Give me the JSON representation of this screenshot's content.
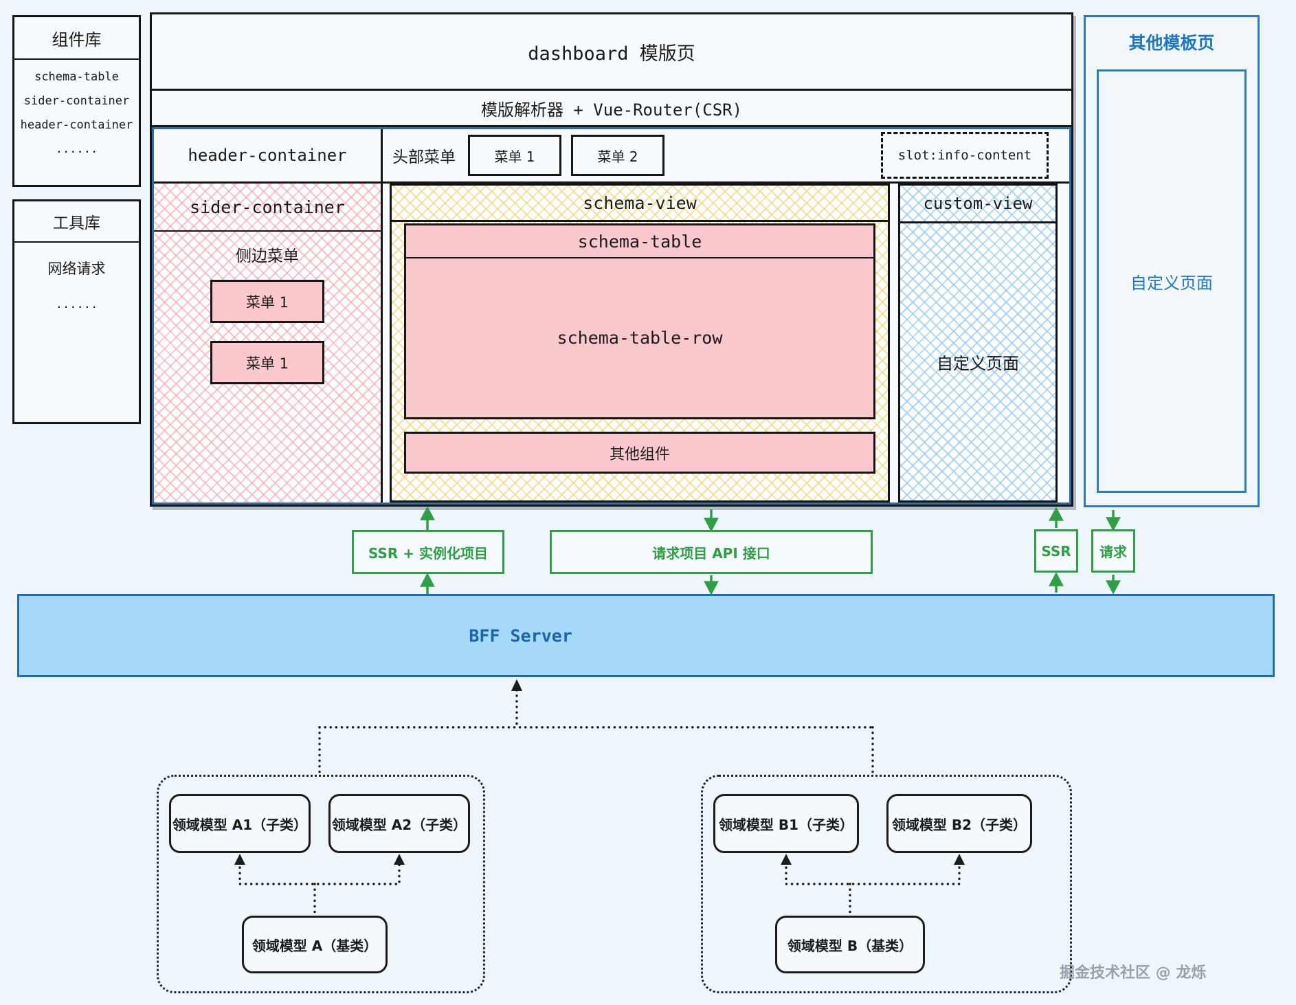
{
  "colors": {
    "accent_blue": "#2176c1",
    "section_border_blue": "#2e6da4",
    "green": "#2f9e44",
    "pink_fill": "#f9c8cc",
    "bff_fill": "#a6d9f8",
    "bff_border": "#1f6cb2",
    "connector_black": "#1c1c1c"
  },
  "component_library": {
    "title": "组件库",
    "items": [
      "schema-table",
      "sider-container",
      "header-container",
      "......"
    ]
  },
  "tool_library": {
    "title": "工具库",
    "items": [
      "网络请求",
      "......"
    ]
  },
  "dashboard": {
    "title": "dashboard 模版页",
    "parser": "模版解析器 + Vue-Router(CSR)",
    "header": {
      "container_label": "header-container",
      "menu_label": "头部菜单",
      "menu1": "菜单 1",
      "menu2": "菜单 2",
      "slot": "slot:info-content"
    },
    "sider": {
      "label": "sider-container",
      "menu_title": "侧边菜单",
      "items": [
        "菜单 1",
        "菜单 1"
      ]
    },
    "schema_view": {
      "label": "schema-view",
      "table_label": "schema-table",
      "row_label": "schema-table-row",
      "other": "其他组件"
    },
    "custom_view": {
      "label": "custom-view",
      "body": "自定义页面"
    }
  },
  "other_template": {
    "title": "其他模板页",
    "body": "自定义页面"
  },
  "flow": {
    "ssr_instantiate": "SSR + 实例化项目",
    "request_api": "请求项目 API 接口",
    "ssr": "SSR",
    "request": "请求"
  },
  "bff": {
    "label": "BFF Server"
  },
  "domain_models": {
    "group_a": {
      "children": [
        "领域模型 A1（子类）",
        "领域模型 A2（子类）"
      ],
      "base": "领域模型 A（基类）"
    },
    "group_b": {
      "children": [
        "领域模型 B1（子类）",
        "领域模型 B2（子类）"
      ],
      "base": "领域模型 B（基类）"
    }
  },
  "watermark": "掘金技术社区 @ 龙烁"
}
